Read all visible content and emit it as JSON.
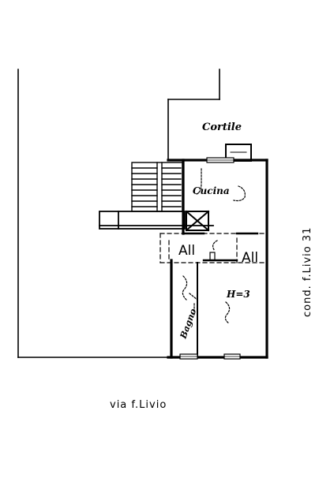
{
  "labels": {
    "courtyard": "Cortile",
    "kitchen": "Cucina",
    "height": "H=3",
    "bath": "Bagno",
    "sign_left": "All",
    "sign_right": "All",
    "street_bottom": "via f.Livio",
    "street_right": "cond. f.Livio 31"
  },
  "colors": {
    "ink": "#000000",
    "paper": "#ffffff"
  }
}
